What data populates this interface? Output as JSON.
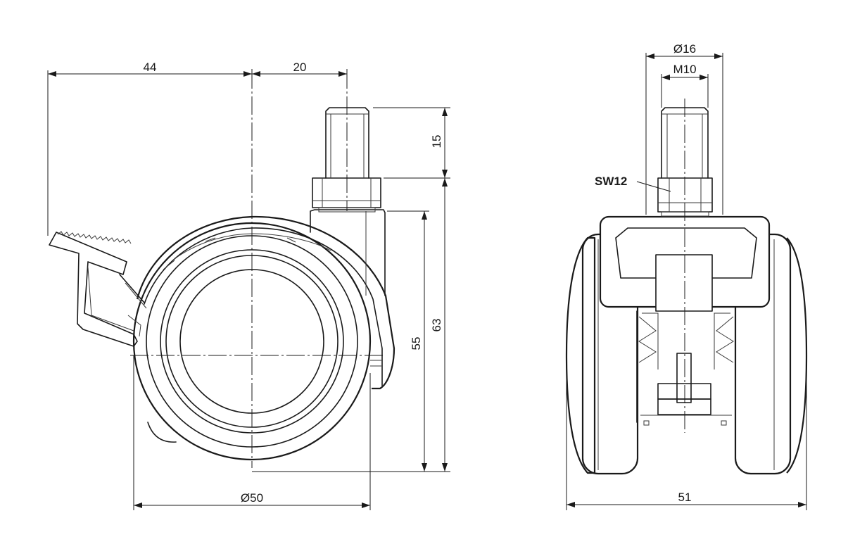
{
  "side_view": {
    "dim_offset_left": "44",
    "dim_offset_right": "20",
    "dim_stem_length": "15",
    "dim_height_small": "55",
    "dim_height_total": "63",
    "dim_wheel_diameter": "Ø50"
  },
  "front_view": {
    "dim_collar_diameter": "Ø16",
    "dim_thread": "M10",
    "label_wrench": "SW12",
    "dim_width": "51"
  }
}
